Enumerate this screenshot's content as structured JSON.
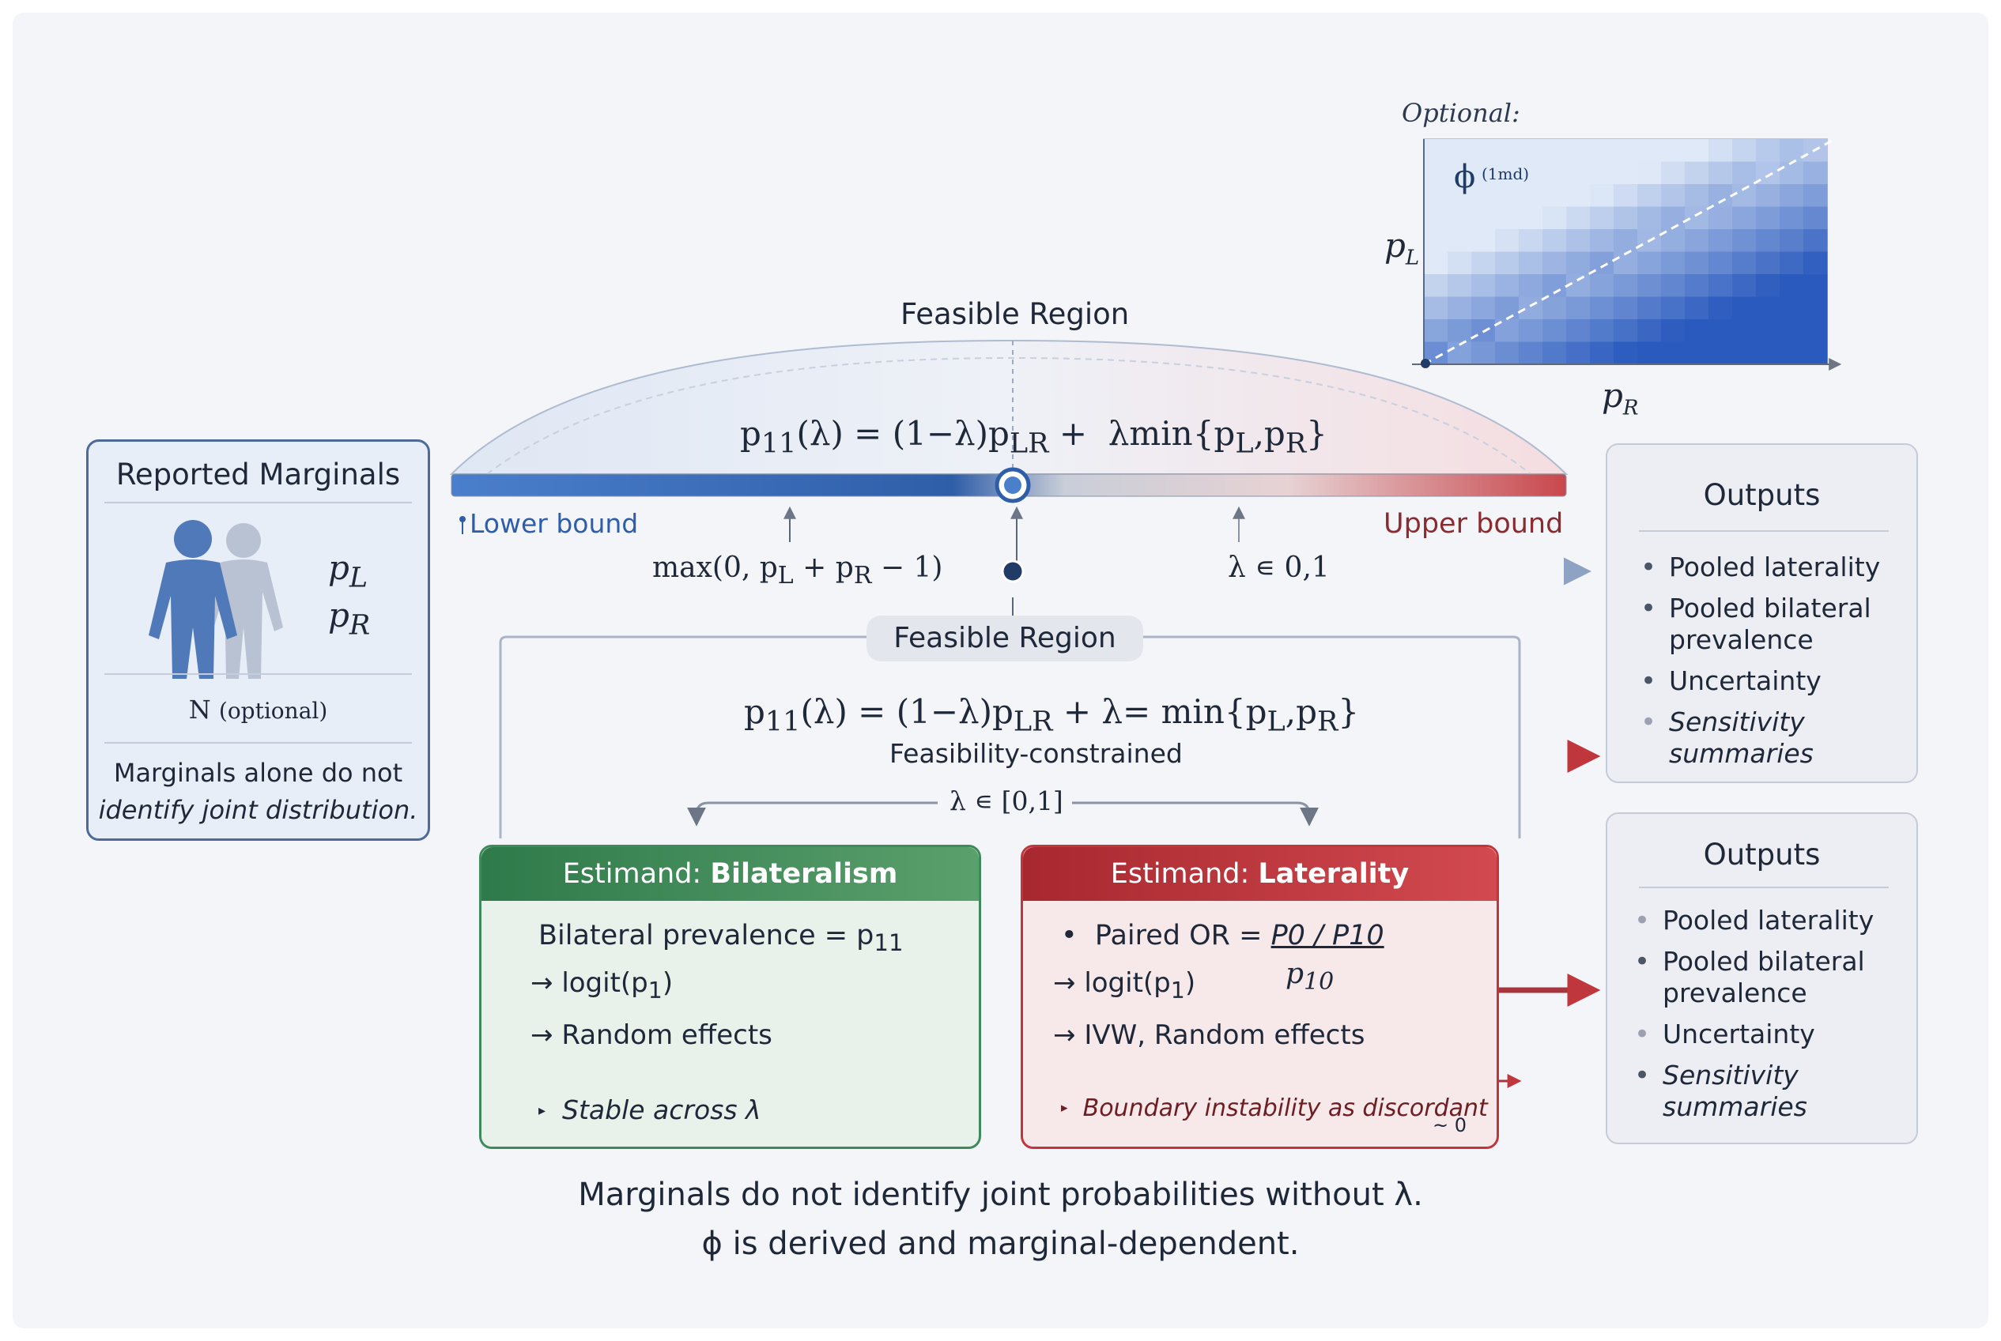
{
  "optional_panel": {
    "label": "Optional:",
    "phi_label": "ϕ",
    "phi_sup": "(1md)",
    "y_axis": "p",
    "y_sub": "L",
    "x_axis": "p",
    "x_sub": "R"
  },
  "feasible_region_top": {
    "title": "Feasible Region",
    "formula_html": "p<sub>11</sub>(λ) = (1−λ)p<sub>LR</sub> +&nbsp; λmin{p<sub>L</sub>,p<sub>R</sub>}",
    "lower_bound": "Lower bound",
    "upper_bound": "Upper bound",
    "lower_expr_html": "max(0, p<sub>L</sub> + p<sub>R</sub> − 1)",
    "lambda_range": "λ ∊ 0,1"
  },
  "reported_marginals": {
    "title": "Reported Marginals",
    "pL_html": "p<sub>L</sub>",
    "pR_html": "p<sub>R</sub>",
    "n_label": "N",
    "n_note": "(optional)",
    "note_line1": "Marginals alone do not",
    "note_line2": "identify joint distribution."
  },
  "feasible_region_mid": {
    "title": "Feasible Region",
    "formula_html": "p<sub>11</sub>(λ) = (1−λ)p<sub>LR</sub> + λ= min{p<sub>L</sub>,p<sub>R</sub>}",
    "constraint": "Feasibility-constrained",
    "lambda_range": "λ ∊ [0,1]"
  },
  "outputs_top": {
    "title": "Outputs",
    "items": [
      "Pooled laterality",
      "Pooled bilateral prevalence",
      "Uncertainty",
      "Sensitivity summaries"
    ]
  },
  "outputs_bottom": {
    "title": "Outputs",
    "items": [
      "Pooled laterality",
      "Pooled bilateral prevalence",
      "Uncertainty",
      "Sensitivity summaries"
    ]
  },
  "estimand_bilateralism": {
    "prefix": "Estimand:",
    "name": "Bilateralism",
    "line1_html": "Bilateral prevalence = p<sub>11</sub>",
    "line2_html": "logit(p<sub>1</sub>)",
    "line3": "Random effects",
    "note": "Stable across λ",
    "color": "#3f8a5a"
  },
  "estimand_laterality": {
    "prefix": "Estimand:",
    "name": "Laterality",
    "line1": "Paired OR =",
    "frac_num": "P0 / P10",
    "frac_den_html": "p<sub>10</sub>",
    "line2_html": "logit(p<sub>1</sub>)",
    "line3": "IVW, Random effects",
    "note": "Boundary instability as discordant",
    "note_tail": "~ 0",
    "color": "#c0363d"
  },
  "caption": {
    "line1": "Marginals do not identify joint probabilities without λ.",
    "line2": "ϕ is derived and marginal-dependent."
  }
}
